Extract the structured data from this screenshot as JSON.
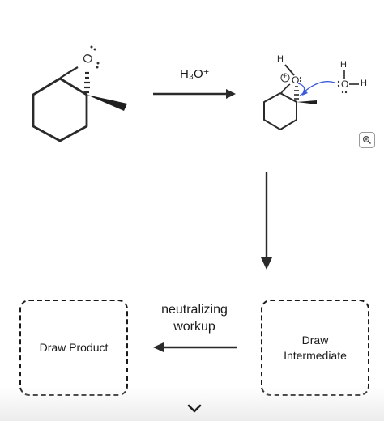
{
  "reaction": {
    "reagent_label": "H₃O⁺"
  },
  "structures": {
    "epoxide_oxygen": "O",
    "intermediate": {
      "proton_h": "H",
      "oxonium_o": "O",
      "plus_charge": "+",
      "water_top_h": "H",
      "water_o": "O",
      "water_right_h": "H"
    }
  },
  "boxes": {
    "product_label": "Draw Product",
    "intermediate_line1": "Draw",
    "intermediate_line2": "Intermediate"
  },
  "workup": {
    "line1": "neutralizing",
    "line2": "workup"
  },
  "icons": {
    "zoom": "zoom-in-icon",
    "scroll": "chevron-down-icon"
  },
  "colors": {
    "mechanism_arrow": "#3b5bdb",
    "ink": "#1a1a1a"
  }
}
